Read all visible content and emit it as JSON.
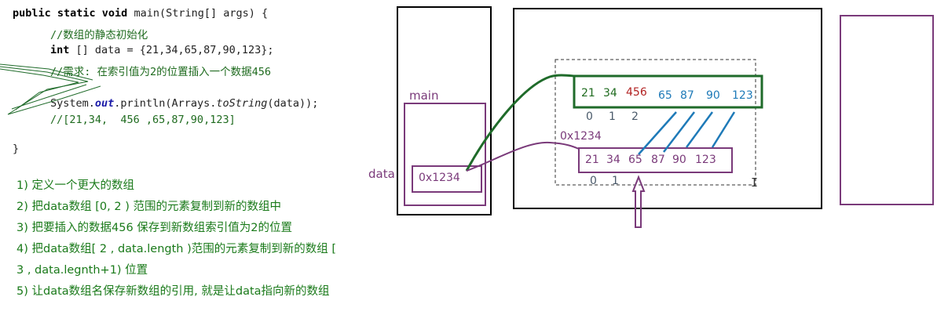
{
  "code": {
    "line1_kw": "public static void",
    "line1_rest": " main(String[] args) {",
    "line2": "//数组的静态初始化",
    "line3_kw": "int",
    "line3_rest": " [] data = {21,34,65,87,90,123};",
    "line4": "//需求: 在索引值为2的位置插入一个数据456",
    "line5_a": "System.",
    "line5_out": "out",
    "line5_b": ".println(Arrays.",
    "line5_tostring": "toString",
    "line5_c": "(data));",
    "line6": "//[21,34,  456 ,65,87,90,123]",
    "line7": "}"
  },
  "steps": [
    "1) 定义一个更大的数组",
    "2) 把data数组 [0, 2 ) 范围的元素复制到新的数组中",
    "3) 把要插入的数据456 保存到新数组索引值为2的位置",
    "4) 把data数组[ 2 , data.length )范围的元素复制到新的数组 [ 3 ,  data.legnth+1) 位置",
    "5) 让data数组名保存新数组的引用, 就是让data指向新的数组"
  ],
  "diagram": {
    "frame_label": "main",
    "var_label": "data",
    "var_value": "0x1234",
    "old_array_address": "0x1234",
    "old_array": [
      "21",
      "34",
      "65",
      "87",
      "90",
      "123"
    ],
    "old_indices": [
      "0",
      "1"
    ],
    "new_array": [
      "21",
      "34",
      "456",
      "65",
      "87",
      "90",
      "123"
    ],
    "new_indices": [
      "0",
      "1",
      "2"
    ],
    "cursor_glyph": "I",
    "colors": {
      "purple": "#7a3a7a",
      "green": "#1f6b2a",
      "new_green_text": "#1f6b1f",
      "inserted_red": "#b22222",
      "copy_blue": "#1e7ab8",
      "index_gray": "#4a5a6a"
    }
  }
}
